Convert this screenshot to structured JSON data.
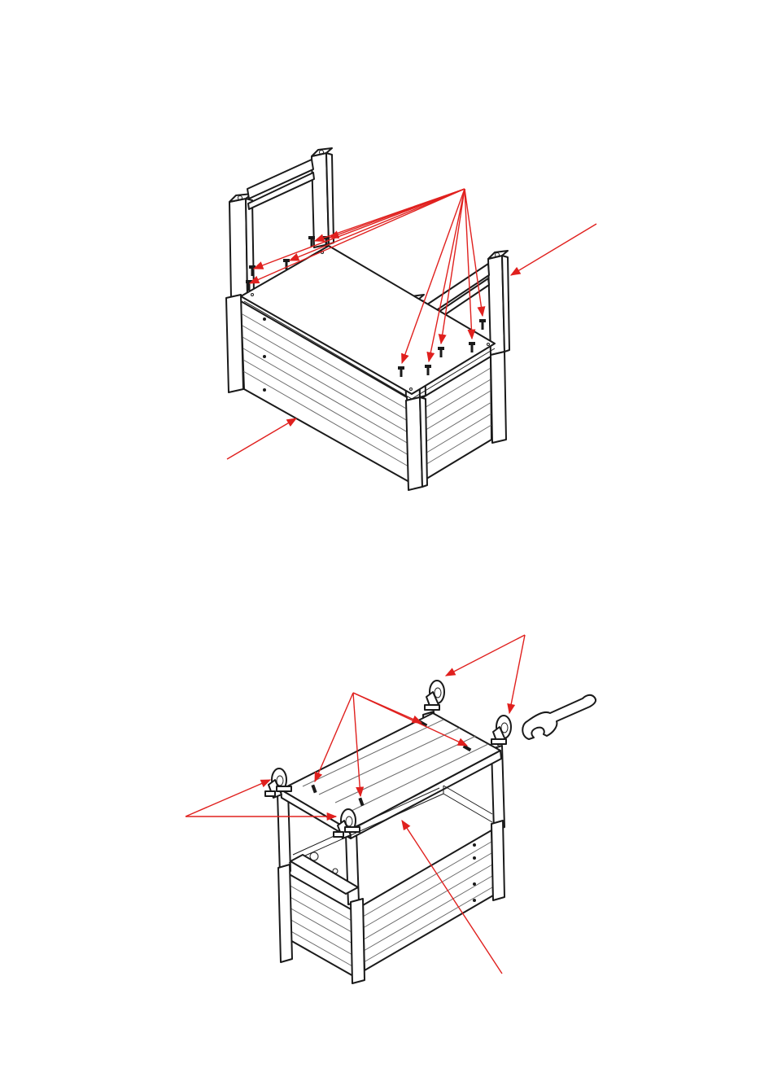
{
  "colors": {
    "line": "#1a1a1a",
    "arrow": "#e0201e",
    "background": "#ffffff"
  },
  "steps": [
    {
      "parts": [
        "screws",
        "top-frame",
        "box-assembly"
      ]
    },
    {
      "parts": [
        "caster-wheels",
        "braked-caster-wheels",
        "screws",
        "bottom-shelf",
        "wrench"
      ]
    }
  ]
}
